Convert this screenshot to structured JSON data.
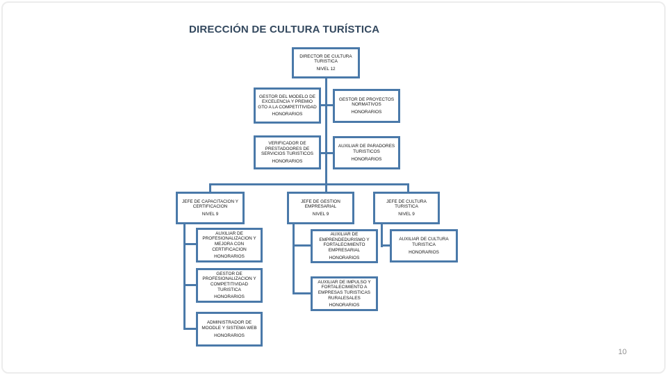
{
  "page": {
    "title": "DIRECCIÓN DE CULTURA TURÍSTICA",
    "page_number": "10"
  },
  "colors": {
    "accent_line": "#4a79a9",
    "title_text": "#33485E",
    "page_number_text": "#8f8f8f"
  },
  "org": {
    "director": {
      "title": "DIRECTOR DE CULTURA TURISTICA",
      "sub": "NIVEL 12"
    },
    "gestor_modelo": {
      "title": "GESTOR DEL MODELO DE EXCELENCIA Y PREMIO GTO A LA COMPETITIVIDAD",
      "sub": "HONORARIOS"
    },
    "gestor_proyectos": {
      "title": "GESTOR DE PROYECTOS NORMATIVOS",
      "sub": "HONORARIOS"
    },
    "verificador": {
      "title": "VERIFICADOR DE PRESTADOORES DE SERVICIOS TURISTICOS",
      "sub": "HONORARIOS"
    },
    "aux_paradores": {
      "title": "AUXILIAR DE PARADORES TURISTICOS",
      "sub": "HONORARIOS"
    },
    "jefe_capacitacion": {
      "title": "JEFE DE CAPACITACION Y CERTIFICACION",
      "sub": "NIVEL 9"
    },
    "jefe_gestion": {
      "title": "JEFE DE GESTION EMPRESARIAL",
      "sub": "NIVEL 9"
    },
    "jefe_cultura": {
      "title": "JEFE DE CULTURA TURISTICA",
      "sub": "NIVEL 9"
    },
    "aux_profesionalizacion": {
      "title": "AUXILIAR DE PROFESIONALIZACION Y MEJORA CON CERTIFICACION",
      "sub": "HONORARIOS"
    },
    "gestor_profesionalizacion": {
      "title": "GESTOR DE PROFESIONALIZACION Y COMPETITIVIDAD TURISTICA",
      "sub": "HONORARIOS"
    },
    "admin_moodle": {
      "title": "ADMINISTRADOR DE MOODLE Y SISTEMA WEB",
      "sub": "HONORARIOS"
    },
    "aux_emprendedurismo": {
      "title": "AUXILIAR DE EMPRENDEDURISMO Y FORTALECIMIENTO EMPRESARIAL",
      "sub": "HONORARIOS"
    },
    "aux_impulso": {
      "title": "AUXILIAR DE IMPULSO Y FORTALECIMIENTO A EMPRESAS TURISTICAS RURALESALES",
      "sub": "HONORARIOS"
    },
    "aux_cultura": {
      "title": "AUXILIAR DE CULTURA TURISTICA",
      "sub": "HONORARIOS"
    }
  }
}
